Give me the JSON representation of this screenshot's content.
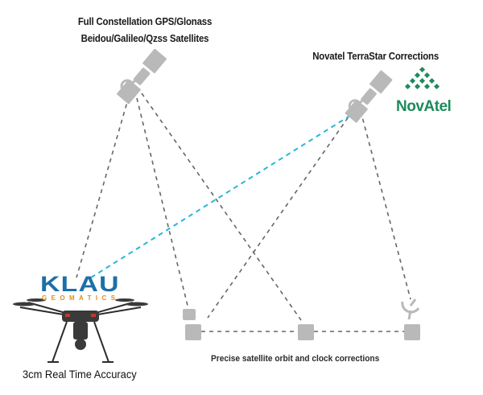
{
  "gnss_satellite": {
    "label_line1": "Full Constellation GPS/Glonass",
    "label_line2": "Beidou/Galileo/Qzss Satellites",
    "icon": "satellite-icon"
  },
  "correction_satellite": {
    "label": "Novatel TerraStar Corrections",
    "icon": "satellite-icon"
  },
  "novatel_logo": {
    "text": "NovAtel",
    "color": "#1f8a5c"
  },
  "klau_logo": {
    "text": "KLAU",
    "subtext": "GEOMATICS",
    "color": "#1d6fa7",
    "accent": "#e38a1f"
  },
  "ground_network": {
    "label": "Precise satellite orbit and clock corrections",
    "station_count": 3,
    "reference_count": 2,
    "icons": [
      "ground-station-icon",
      "reference-station-icon",
      "dish-antenna-icon"
    ]
  },
  "drone": {
    "label": "3cm Real Time Accuracy",
    "icon": "drone-icon"
  },
  "colors": {
    "dashed_link": "#666666",
    "correction_link": "#29b6d6",
    "equipment": "#b9b9b9"
  }
}
